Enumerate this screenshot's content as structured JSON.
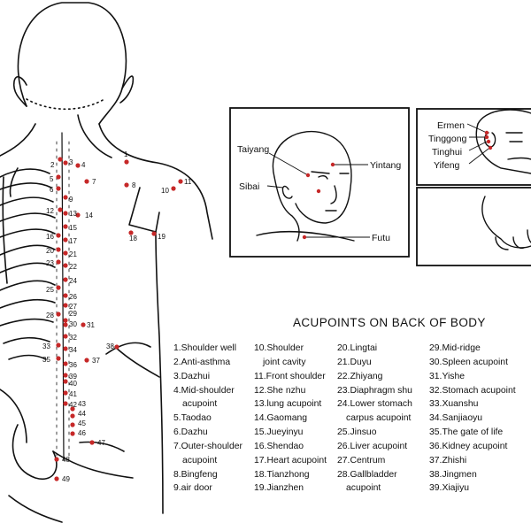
{
  "title": "ACUPOINTS ON BACK OF BODY",
  "colors": {
    "point": "#c62828",
    "line": "#111111",
    "background": "#ffffff"
  },
  "point_numbers": [
    "1",
    "2",
    "3",
    "4",
    "5",
    "6",
    "7",
    "8",
    "9",
    "10",
    "11",
    "12",
    "13",
    "14",
    "15",
    "16",
    "17",
    "18",
    "19",
    "20",
    "21",
    "22",
    "23",
    "24",
    "25",
    "26",
    "27",
    "28",
    "29",
    "30",
    "31",
    "32",
    "33",
    "34",
    "35",
    "36",
    "37",
    "38",
    "39",
    "40",
    "41",
    "42",
    "43",
    "44",
    "45",
    "46",
    "47",
    "48",
    "49"
  ],
  "face_panel_labels": [
    "Taiyang",
    "Sibai",
    "Yintang",
    "Futu"
  ],
  "ear_panel_labels": [
    "Ermen",
    "Tinggong",
    "Tinghui",
    "Yifeng"
  ],
  "legend_columns": [
    [
      "1.Shoulder well",
      "2.Anti-asthma",
      "3.Dazhui",
      "4.Mid-shoulder",
      "acupoint",
      "5.Taodao",
      "6.Dazhu",
      "7.Outer-shoulder",
      "acupoint",
      "8.Bingfeng",
      "9.air door"
    ],
    [
      "10.Shoulder",
      "joint cavity",
      "11.Front shoulder",
      "12.She nzhu",
      "13.lung acupoint",
      "14.Gaomang",
      "15.Jueyinyu",
      "16.Shendao",
      "17.Heart acupoint",
      "18.Tianzhong",
      "19.Jianzhen"
    ],
    [
      "20.Lingtai",
      "21.Duyu",
      "22.Zhiyang",
      "23.Diaphragm shu",
      "24.Lower stomach",
      "carpus acupoint",
      "25.Jinsuo",
      "26.Liver acupoint",
      "27.Centrum",
      "28.Gallbladder",
      "acupoint"
    ],
    [
      "29.Mid-ridge",
      "30.Spleen acupoint",
      "31.Yishe",
      "32.Stomach acupoint",
      "33.Xuanshu",
      "34.Sanjiaoyu",
      "35.The gate of life",
      "36.Kidney acupoint",
      "37.Zhishi",
      "38.Jingmen",
      "39.Xiajiyu"
    ]
  ]
}
